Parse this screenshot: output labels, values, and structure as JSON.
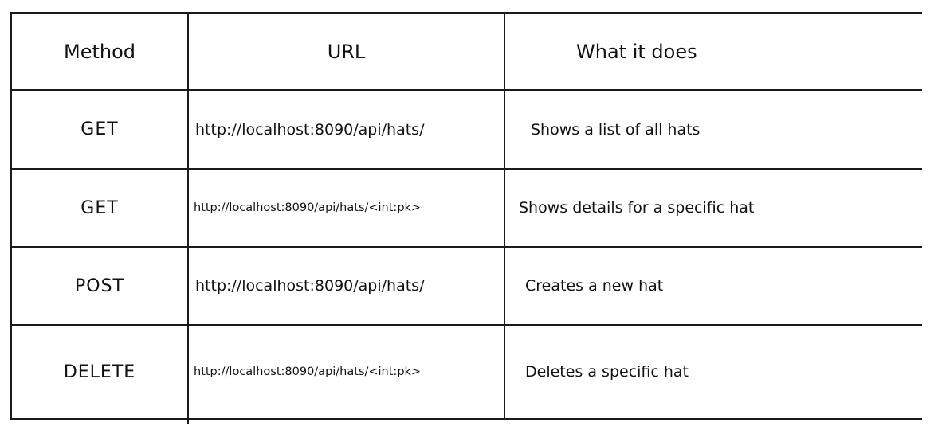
{
  "table": {
    "headers": {
      "method": "Method",
      "url": "URL",
      "what": "What it does"
    },
    "rows": [
      {
        "method": "GET",
        "url": "http://localhost:8090/api/hats/",
        "description": "Shows a list of all hats"
      },
      {
        "method": "GET",
        "url": "http://localhost:8090/api/hats/<int:pk>",
        "description": "Shows details for a specific hat"
      },
      {
        "method": "POST",
        "url": "http://localhost:8090/api/hats/",
        "description": "Creates a new hat"
      },
      {
        "method": "DELETE",
        "url": "http://localhost:8090/api/hats/<int:pk>",
        "description": "Deletes a specific hat"
      }
    ]
  }
}
